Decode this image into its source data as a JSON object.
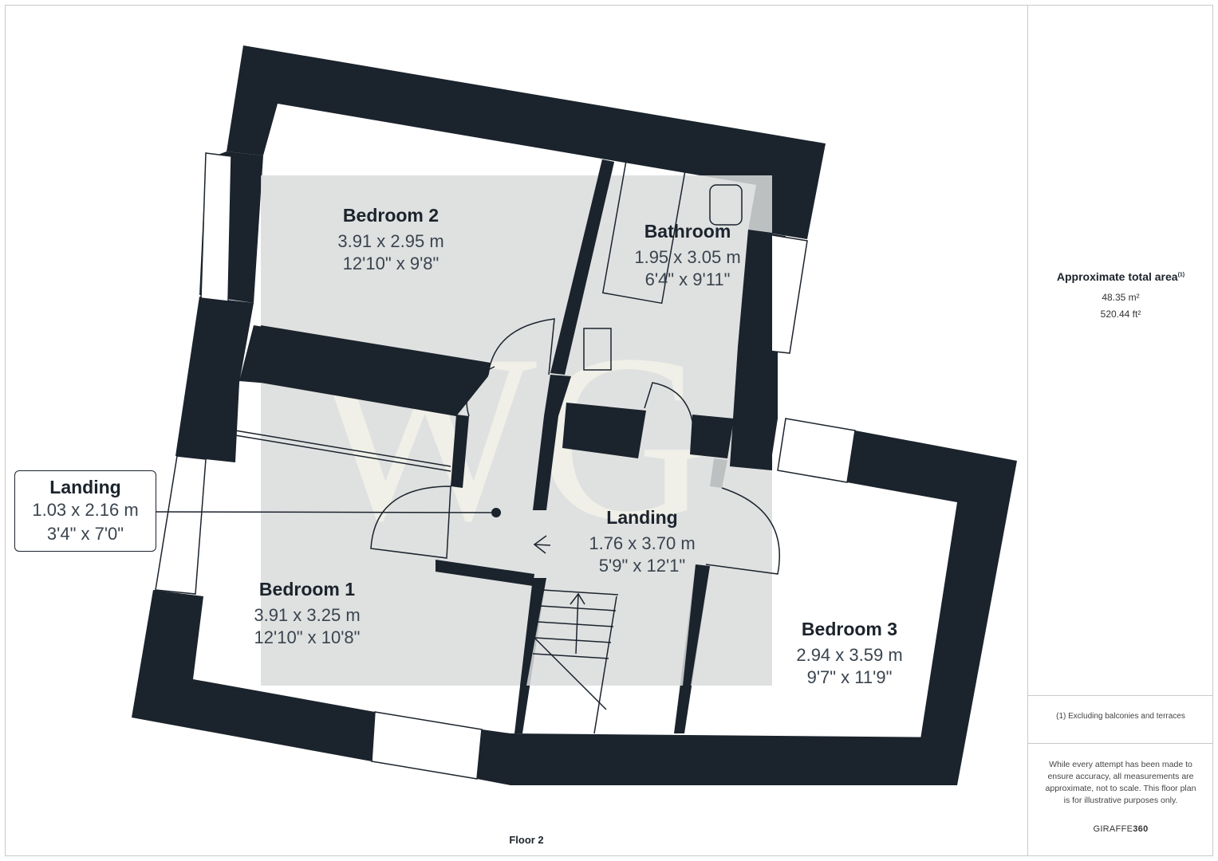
{
  "floor_label": "Floor 2",
  "rooms": {
    "bedroom2": {
      "name": "Bedroom 2",
      "metric": "3.91 x 2.95 m",
      "imperial": "12'10\" x 9'8\""
    },
    "bathroom": {
      "name": "Bathroom",
      "metric": "1.95 x 3.05 m",
      "imperial": "6'4\" x 9'11\""
    },
    "landing_center": {
      "name": "Landing",
      "metric": "1.76 x 3.70 m",
      "imperial": "5'9\" x 12'1\""
    },
    "bedroom1": {
      "name": "Bedroom 1",
      "metric": "3.91 x 3.25 m",
      "imperial": "12'10\" x 10'8\""
    },
    "bedroom3": {
      "name": "Bedroom 3",
      "metric": "2.94 x 3.59 m",
      "imperial": "9'7\" x 11'9\""
    }
  },
  "callout": {
    "name": "Landing",
    "metric": "1.03 x 2.16 m",
    "imperial": "3'4\" x 7'0\""
  },
  "sidebar": {
    "area_title": "Approximate total area",
    "area_sup": "(1)",
    "area_m2": "48.35 m²",
    "area_ft2": "520.44 ft²",
    "footnote": "(1) Excluding balconies and terraces",
    "disclaimer": "While every attempt has been made to ensure accuracy, all measurements are approximate, not to scale. This floor plan is for illustrative purposes only.",
    "brand_prefix": "GIRAFFE",
    "brand_suffix": "360"
  },
  "watermark": "WG",
  "colors": {
    "wall": "#1b232c",
    "overlay": "#d9dcdc",
    "watermark": "#f4f3ea"
  }
}
